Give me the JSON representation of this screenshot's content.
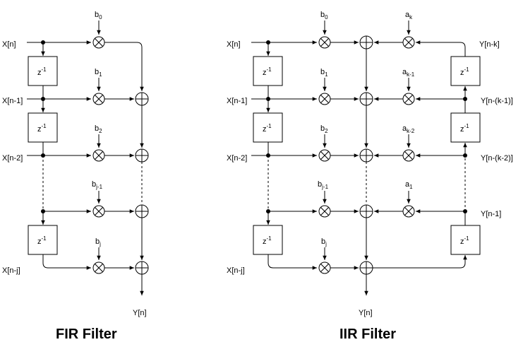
{
  "fir": {
    "title": "FIR Filter",
    "inputs": [
      "X[n]",
      "X[n-1]",
      "X[n-2]",
      "X[n-j]"
    ],
    "coeffs": [
      {
        "base": "b",
        "sub": "0"
      },
      {
        "base": "b",
        "sub": "1"
      },
      {
        "base": "b",
        "sub": "2"
      },
      {
        "base": "b",
        "sub": "j-1"
      },
      {
        "base": "b",
        "sub": "j"
      }
    ],
    "delay": {
      "base": "z",
      "sup": "-1"
    },
    "output": "Y[n]"
  },
  "iir": {
    "title": "IIR Filter",
    "inputs": [
      "X[n]",
      "X[n-1]",
      "X[n-2]",
      "X[n-j]"
    ],
    "coeffs_b": [
      {
        "base": "b",
        "sub": "0"
      },
      {
        "base": "b",
        "sub": "1"
      },
      {
        "base": "b",
        "sub": "2"
      },
      {
        "base": "b",
        "sub": "j-1"
      },
      {
        "base": "b",
        "sub": "j"
      }
    ],
    "coeffs_a": [
      {
        "base": "a",
        "sub": "k"
      },
      {
        "base": "a",
        "sub": "k-1"
      },
      {
        "base": "a",
        "sub": "k-2"
      },
      {
        "base": "a",
        "sub": "1"
      }
    ],
    "feedback_labels": [
      "Y[n-k]",
      "Y[n-(k-1)]",
      "Y[n-(k-2)]",
      "Y[n-1]"
    ],
    "delay": {
      "base": "z",
      "sup": "-1"
    },
    "output": "Y[n]"
  }
}
